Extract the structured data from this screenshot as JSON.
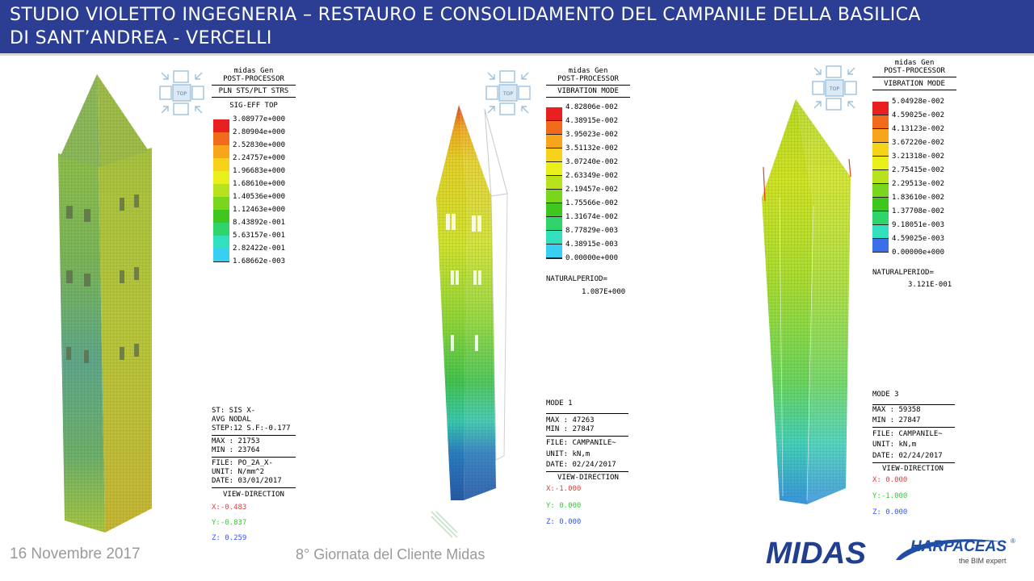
{
  "header": {
    "title_line1": "STUDIO VIOLETTO INGEGNERIA – RESTAURO E CONSOLIDAMENTO DEL CAMPANILE DELLA BASILICA",
    "title_line2": "DI SANT’ANDREA - VERCELLI"
  },
  "colors": {
    "header_bg": "#2c3e94",
    "legend_scale": [
      "#e8201f",
      "#f26b1d",
      "#f7a51b",
      "#f6d31a",
      "#e9ef1b",
      "#b8e31c",
      "#7ad61d",
      "#3fc61f",
      "#2fd46a",
      "#33e0bd",
      "#38cff0",
      "#3b6fe8"
    ]
  },
  "panel1": {
    "program": "midas Gen",
    "module": "POST-PROCESSOR",
    "type": "PLN STS/PLT STRS",
    "component": "SIG-EFF TOP",
    "legend_values": [
      "3.08977e+000",
      "2.80904e+000",
      "2.52830e+000",
      "2.24757e+000",
      "1.96683e+000",
      "1.68610e+000",
      "1.40536e+000",
      "1.12463e+000",
      "8.43892e-001",
      "5.63157e-001",
      "2.82422e-001",
      "1.68662e-003"
    ],
    "st": "ST: SIS X-",
    "avg": "AVG NODAL",
    "step": "STEP:12 S.F:-0.177",
    "max": "MAX : 21753",
    "min": "MIN : 23764",
    "file": "FILE: PO_2A_X-",
    "unit": "UNIT: N/mm^2",
    "date": "DATE: 03/01/2017",
    "view_label": "VIEW-DIRECTION",
    "vx": "X:-0.483",
    "vy": "Y:-0.837",
    "vz": "Z: 0.259"
  },
  "panel2": {
    "program": "midas Gen",
    "module": "POST-PROCESSOR",
    "type": "VIBRATION MODE",
    "legend_values": [
      "4.82806e-002",
      "4.38915e-002",
      "3.95023e-002",
      "3.51132e-002",
      "3.07240e-002",
      "2.63349e-002",
      "2.19457e-002",
      "1.75566e-002",
      "1.31674e-002",
      "8.77829e-003",
      "4.38915e-003",
      "0.00000e+000"
    ],
    "period_label": "NATURALPERIOD=",
    "period_value": "1.087E+000",
    "mode": "MODE 1",
    "max": "MAX : 47263",
    "min": "MIN : 27847",
    "file": "FILE: CAMPANILE~",
    "unit": "UNIT: kN,m",
    "date": "DATE: 02/24/2017",
    "view_label": "VIEW-DIRECTION",
    "vx": "X:-1.000",
    "vy": "Y: 0.000",
    "vz": "Z: 0.000"
  },
  "panel3": {
    "program": "midas Gen",
    "module": "POST-PROCESSOR",
    "type": "VIBRATION MODE",
    "legend_values": [
      "5.04928e-002",
      "4.59025e-002",
      "4.13123e-002",
      "3.67220e-002",
      "3.21318e-002",
      "2.75415e-002",
      "2.29513e-002",
      "1.83610e-002",
      "1.37708e-002",
      "9.18051e-003",
      "4.59025e-003",
      "0.00000e+000"
    ],
    "period_label": "NATURALPERIOD=",
    "period_value": "3.121E-001",
    "mode": "MODE 3",
    "max": "MAX : 59358",
    "min": "MIN : 27847",
    "file": "FILE: CAMPANILE~",
    "unit": "UNIT: kN,m",
    "date": "DATE: 02/24/2017",
    "view_label": "VIEW-DIRECTION",
    "vx": "X: 0.000",
    "vy": "Y:-1.000",
    "vz": "Z: 0.000"
  },
  "navcube": {
    "label": "TOP"
  },
  "footer": {
    "date": "16 Novembre 2017",
    "event": "8° Giornata del Cliente Midas"
  },
  "logos": {
    "midas": "MIDAS",
    "harpaceas_name": "HARPACEAS",
    "harpaceas_mark": "®",
    "harpaceas_tag": "the BIM expert"
  }
}
